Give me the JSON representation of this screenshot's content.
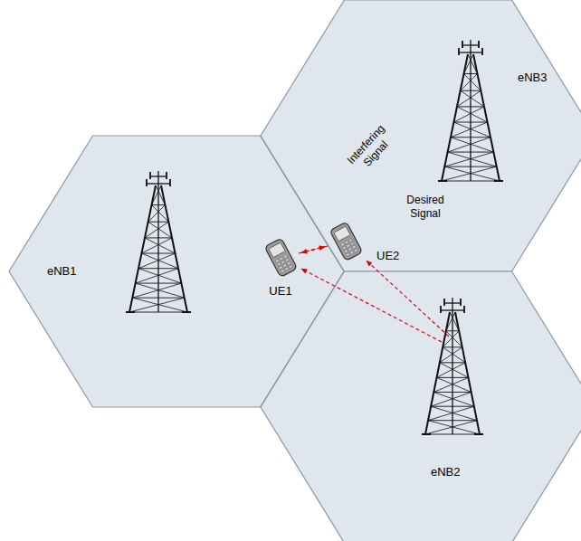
{
  "diagram": {
    "nodes": [
      {
        "text": [
          "eNB1"
        ]
      },
      {
        "text": [
          "UE1"
        ],
        "in": 0
      },
      {
        "text": [
          "eNB3"
        ]
      },
      {
        "text": [
          "UE2"
        ],
        "in": 2
      },
      {
        "text": [
          "eNB2"
        ]
      }
    ],
    "edges": [
      {
        "from": 0,
        "to": 1,
        "arrow": "to"
      },
      {
        "from": 0,
        "to": 3,
        "arrow": "to"
      },
      {
        "from": 2,
        "to": 3,
        "arrow": "to"
      },
      {
        "from": 2,
        "to": 1,
        "arrow": "to"
      },
      {
        "from": 4,
        "to": 1,
        "arrow": "to"
      },
      {
        "from": 4,
        "to": 3,
        "arrow": "to"
      }
    ],
    "labels": [
      "Interfering Signal",
      "Desired Signal"
    ]
  }
}
